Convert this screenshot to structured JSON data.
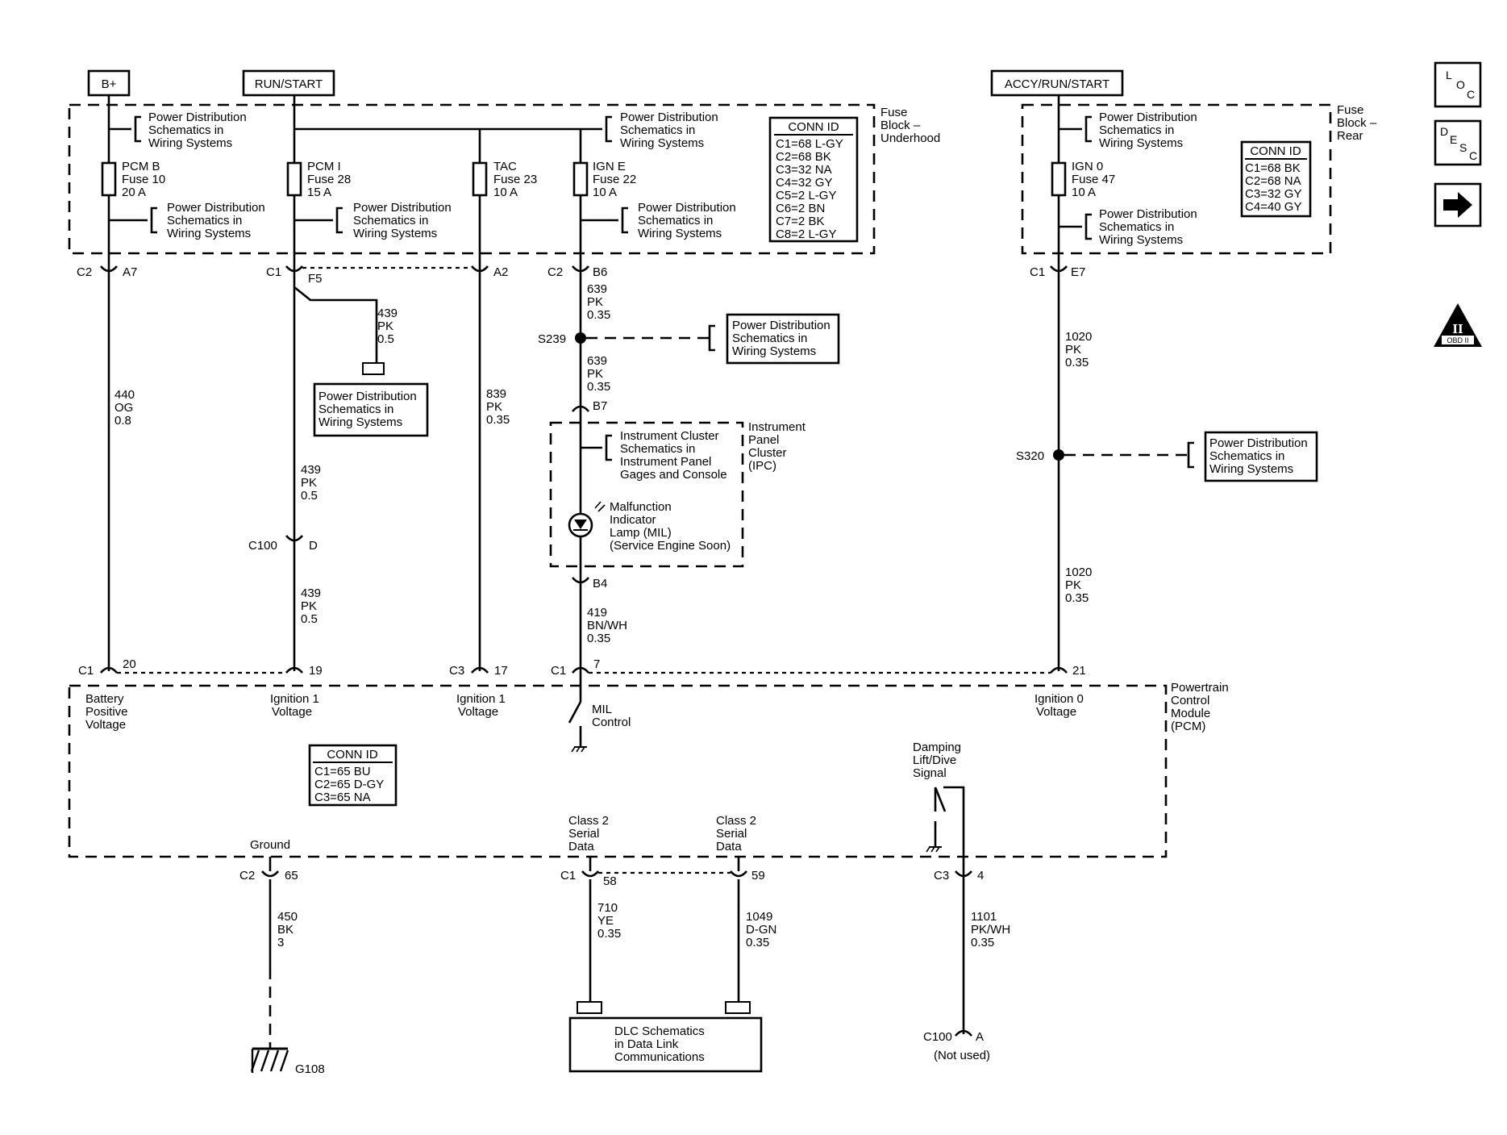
{
  "sources": {
    "bplus": "B+",
    "runstart": "RUN/START",
    "accy": "ACCY/RUN/START"
  },
  "fuse_blocks": {
    "underhood": [
      "Fuse",
      "Block –",
      "Underhood"
    ],
    "rear": [
      "Fuse",
      "Block –",
      "Rear"
    ]
  },
  "pd_ref": [
    "Power Distribution",
    "Schematics in",
    "Wiring Systems"
  ],
  "fuses": {
    "pcmb": [
      "PCM B",
      "Fuse 10",
      "20 A"
    ],
    "pcmi": [
      "PCM I",
      "Fuse 28",
      "15 A"
    ],
    "tac": [
      "TAC",
      "Fuse 23",
      "10 A"
    ],
    "igne": [
      "IGN E",
      "Fuse 22",
      "10 A"
    ],
    "ign0": [
      "IGN 0",
      "Fuse 47",
      "10 A"
    ]
  },
  "conn_ids": {
    "underhood": {
      "title": "CONN ID",
      "rows": [
        "C1=68 L-GY",
        "C2=68 BK",
        "C3=32 NA",
        "C4=32 GY",
        "C5=2 L-GY",
        "C6=2 BN",
        "C7=2 BK",
        "C8=2 L-GY"
      ]
    },
    "rear": {
      "title": "CONN ID",
      "rows": [
        "C1=68 BK",
        "C2=68 NA",
        "C3=32 GY",
        "C4=40 GY"
      ]
    },
    "pcm": {
      "title": "CONN ID",
      "rows": [
        "C1=65 BU",
        "C2=65 D-GY",
        "C3=65 NA"
      ]
    }
  },
  "connectors": {
    "c2": "C2",
    "a7": "A7",
    "c1": "C1",
    "f5": "F5",
    "a2": "A2",
    "b6": "B6",
    "e7": "E7",
    "b7": "B7",
    "b4": "B4",
    "c100": "C100",
    "d": "D",
    "pin20": "20",
    "pin19": "19",
    "c3": "C3",
    "pin17": "17",
    "pin7": "7",
    "pin21": "21",
    "pin65": "65",
    "pin58": "58",
    "pin59": "59",
    "pin4": "4",
    "a": "A",
    "not_used": "(Not used)"
  },
  "splices": {
    "s239": "S239",
    "s320": "S320"
  },
  "wires": {
    "w440": [
      "440",
      "OG",
      "0.8"
    ],
    "w439a": [
      "439",
      "PK",
      "0.5"
    ],
    "w439b": [
      "439",
      "PK",
      "0.5"
    ],
    "w439c": [
      "439",
      "PK",
      "0.5"
    ],
    "w839": [
      "839",
      "PK",
      "0.35"
    ],
    "w639a": [
      "639",
      "PK",
      "0.35"
    ],
    "w639b": [
      "639",
      "PK",
      "0.35"
    ],
    "w419": [
      "419",
      "BN/WH",
      "0.35"
    ],
    "w1020a": [
      "1020",
      "PK",
      "0.35"
    ],
    "w1020b": [
      "1020",
      "PK",
      "0.35"
    ],
    "w450": [
      "450",
      "BK",
      "3"
    ],
    "w710": [
      "710",
      "YE",
      "0.35"
    ],
    "w1049": [
      "1049",
      "D-GN",
      "0.35"
    ],
    "w1101": [
      "1101",
      "PK/WH",
      "0.35"
    ]
  },
  "ipc": {
    "title": [
      "Instrument",
      "Panel",
      "Cluster",
      "(IPC)"
    ],
    "ref": [
      "Instrument  Cluster",
      "Schematics in",
      "Instrument Panel",
      "Gages and Console"
    ],
    "mil": [
      "Malfunction",
      "Indicator",
      "Lamp (MIL)",
      "(Service Engine Soon)"
    ]
  },
  "pcm": {
    "title": [
      "Powertrain",
      "Control",
      "Module",
      "(PCM)"
    ],
    "battery": [
      "Battery",
      "Positive",
      "Voltage"
    ],
    "ign1a": [
      "Ignition 1",
      "Voltage"
    ],
    "ign1b": [
      "Ignition 1",
      "Voltage"
    ],
    "mil": [
      "MIL",
      "Control"
    ],
    "ign0": [
      "Ignition 0",
      "Voltage"
    ],
    "damping": [
      "Damping",
      "Lift/Dive",
      "Signal"
    ],
    "class2a": [
      "Class 2",
      "Serial",
      "Data"
    ],
    "class2b": [
      "Class 2",
      "Serial",
      "Data"
    ],
    "ground": "Ground"
  },
  "dlc": [
    "DLC Schematics",
    "in Data Link",
    "Communications"
  ],
  "ground_id": "G108",
  "nav": {
    "loc": [
      "L",
      "O",
      "C"
    ],
    "desc": [
      "D",
      "E",
      "S",
      "C"
    ],
    "next": "→",
    "obd_numeral": "II",
    "obd_label": "OBD II"
  }
}
